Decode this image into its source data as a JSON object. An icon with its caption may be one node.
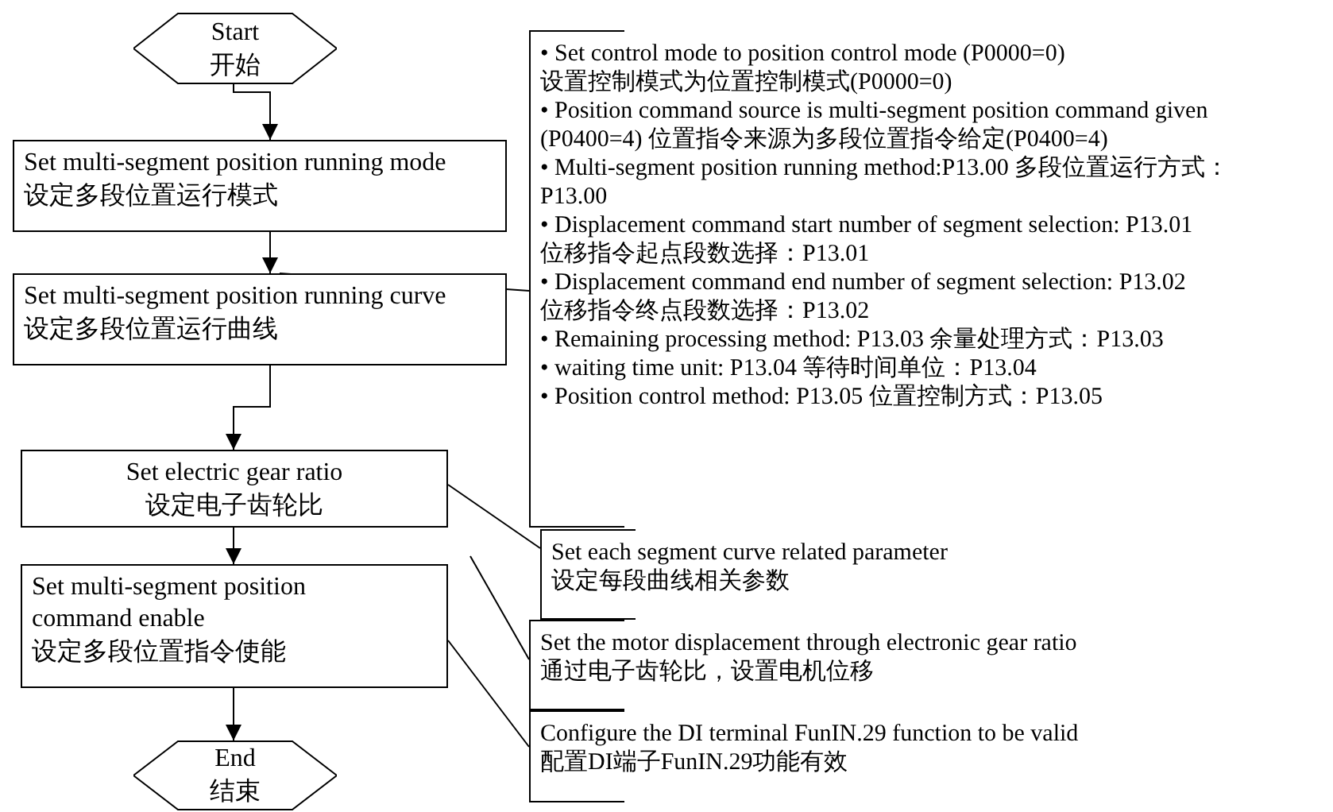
{
  "diagram": {
    "nodes": [
      {
        "text": [
          "Start",
          "开始"
        ]
      },
      {
        "text": [
          "Set multi-segment position running mode",
          "设定多段位置运行模式"
        ]
      },
      {
        "text": [
          "Set multi-segment position running curve",
          "设定多段位置运行曲线"
        ]
      },
      {
        "text": [
          "Set electric gear ratio",
          "设定电子齿轮比"
        ]
      },
      {
        "text": [
          "Set multi-segment position command enable",
          "设定多段位置指令使能"
        ]
      },
      {
        "text": [
          "End",
          "结束"
        ]
      },
      {
        "text": [
          "• Set control mode to position control mode (P0000=0) 设置控制模式为位置控制模式(P0000=0)",
          "• Position command source is multi-segment position command given (P0400=4) 位置指令来源为多段位置指令给定(P0400=4)",
          "• Multi-segment position running method:P13.00 多段位置运行方式：P13.00",
          "• Displacement command start number of segment selection: P13.01 位移指令起点段数选择：P13.01",
          "• Displacement command end number of segment selection: P13.02 位移指令终点段数选择：P13.02",
          "• Remaining processing method: P13.03 余量处理方式：P13.03",
          "• waiting time unit: P13.04 等待时间单位：P13.04",
          "• Position control method: P13.05 位置控制方式：P13.05"
        ]
      },
      {
        "text": [
          "Set each segment curve related parameter",
          "设定每段曲线相关参数"
        ]
      },
      {
        "text": [
          "Set the motor displacement through electronic gear ratio",
          "通过电子齿轮比，设置电机位移"
        ]
      },
      {
        "text": [
          "Configure the DI terminal FunIN.29 function to be valid",
          "配置DI端子FunIN.29功能有效"
        ]
      }
    ],
    "edges": [
      {
        "from": 0,
        "to": 1,
        "arrow": "to"
      },
      {
        "from": 1,
        "to": 2,
        "arrow": "to"
      },
      {
        "from": 2,
        "to": 3,
        "arrow": "to"
      },
      {
        "from": 3,
        "to": 4,
        "arrow": "to"
      },
      {
        "from": 4,
        "to": 5,
        "arrow": "to"
      },
      {
        "from": 6,
        "to": 2,
        "arrow": "none"
      },
      {
        "from": 7,
        "to": 3,
        "arrow": "none"
      },
      {
        "from": 8,
        "to": null,
        "arrow": "none"
      },
      {
        "from": 9,
        "to": 4,
        "arrow": "none"
      }
    ]
  }
}
